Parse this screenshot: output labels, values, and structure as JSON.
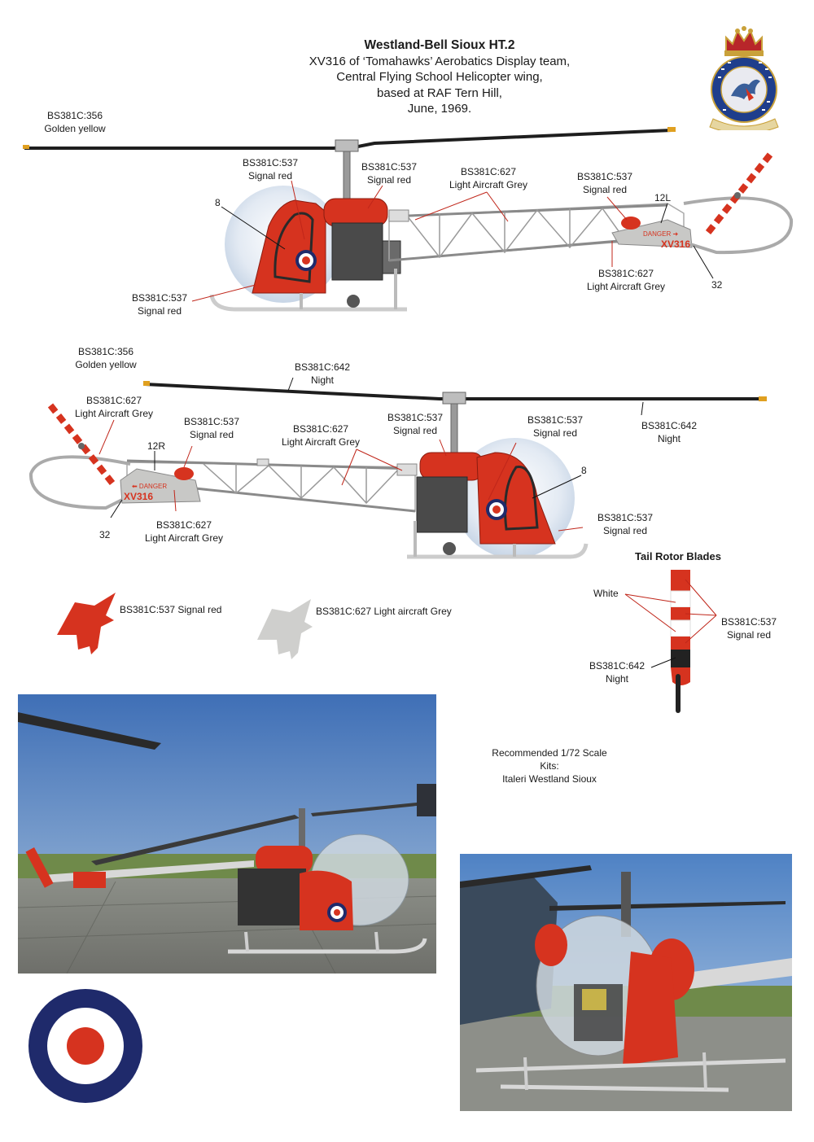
{
  "title": {
    "line1": "Westland-Bell Sioux HT.2",
    "line2": "XV316 of ‘Tomahawks’ Aerobatics Display team,",
    "line3": "Central Flying School Helicopter wing,",
    "line4": "based at RAF Tern Hill,",
    "line5": "June, 1969."
  },
  "top_profile": {
    "callouts": [
      {
        "code": "BS381C:356",
        "name": "Golden yellow"
      },
      {
        "code": "BS381C:537",
        "name": "Signal red"
      },
      {
        "code": "BS381C:537",
        "name": "Signal red"
      },
      {
        "code": "BS381C:627",
        "name": "Light Aircraft Grey"
      },
      {
        "code": "BS381C:537",
        "name": "Signal red"
      },
      {
        "code": "BS381C:627",
        "name": "Light Aircraft Grey"
      },
      {
        "code": "BS381C:537",
        "name": "Signal red"
      }
    ],
    "decal_numbers": [
      "8",
      "12L",
      "32"
    ],
    "serial": "XV316",
    "danger": "DANGER"
  },
  "bottom_profile": {
    "callouts": [
      {
        "code": "BS381C:356",
        "name": "Golden yellow"
      },
      {
        "code": "BS381C:642",
        "name": "Night"
      },
      {
        "code": "BS381C:627",
        "name": "Light Aircraft Grey"
      },
      {
        "code": "BS381C:537",
        "name": "Signal red"
      },
      {
        "code": "BS381C:627",
        "name": "Light Aircraft Grey"
      },
      {
        "code": "BS381C:537",
        "name": "Signal red"
      },
      {
        "code": "BS381C:537",
        "name": "Signal red"
      },
      {
        "code": "BS381C:642",
        "name": "Night"
      },
      {
        "code": "BS381C:627",
        "name": "Light Aircraft Grey"
      },
      {
        "code": "BS381C:537",
        "name": "Signal red"
      }
    ],
    "decal_numbers": [
      "12R",
      "8",
      "32"
    ],
    "serial": "XV316",
    "danger": "DANGER"
  },
  "silhouettes": {
    "red_label": "BS381C:537 Signal red",
    "grey_label": "BS381C:627 Light aircraft Grey"
  },
  "tail_rotor": {
    "title": "Tail Rotor Blades",
    "white": "White",
    "red_code": "BS381C:537",
    "red_name": "Signal red",
    "night_code": "BS381C:642",
    "night_name": "Night"
  },
  "recommended": {
    "line1": "Recommended 1/72 Scale",
    "line2": "Kits:",
    "line3": "Italeri Westland Sioux"
  },
  "colors": {
    "signal_red": "#d6331f",
    "aircraft_grey": "#c8c8c6",
    "night": "#2a2a2a",
    "golden_yellow": "#e0a020",
    "roundel_blue": "#1f2a6b"
  }
}
